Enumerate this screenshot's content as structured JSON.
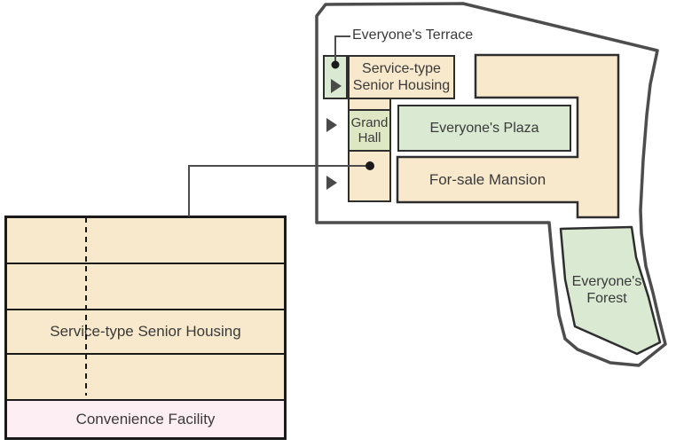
{
  "colors": {
    "site_fill": "#ffffff",
    "site_outline": "#4d4d4d",
    "building_beige": "#f9e9cc",
    "green_area": "#d9e9d2",
    "grand_hall_green": "#dee7c3",
    "convenience_pink": "#fdeef3",
    "box_border": "#2e2e2e",
    "table_border": "#1a1a1a",
    "text": "#3a3a3a",
    "marker_dark": "#1a1a1a",
    "triangle_gray": "#4a4a4a"
  },
  "site_plan": {
    "terrace_label": "Everyone's Terrace",
    "senior_housing_lines": [
      "Service-type",
      "Senior Housing"
    ],
    "grand_hall_lines": [
      "Grand",
      "Hall"
    ],
    "plaza_label": "Everyone's Plaza",
    "mansion_label": "For-sale Mansion",
    "forest_lines": [
      "Everyone's",
      "Forest"
    ]
  },
  "legend_table": {
    "rows": [
      {
        "label": "",
        "type": "housing"
      },
      {
        "label": "",
        "type": "housing"
      },
      {
        "label": "Service-type Senior Housing",
        "type": "housing"
      },
      {
        "label": "",
        "type": "housing"
      },
      {
        "label": "Convenience Facility",
        "type": "convenience"
      }
    ]
  }
}
